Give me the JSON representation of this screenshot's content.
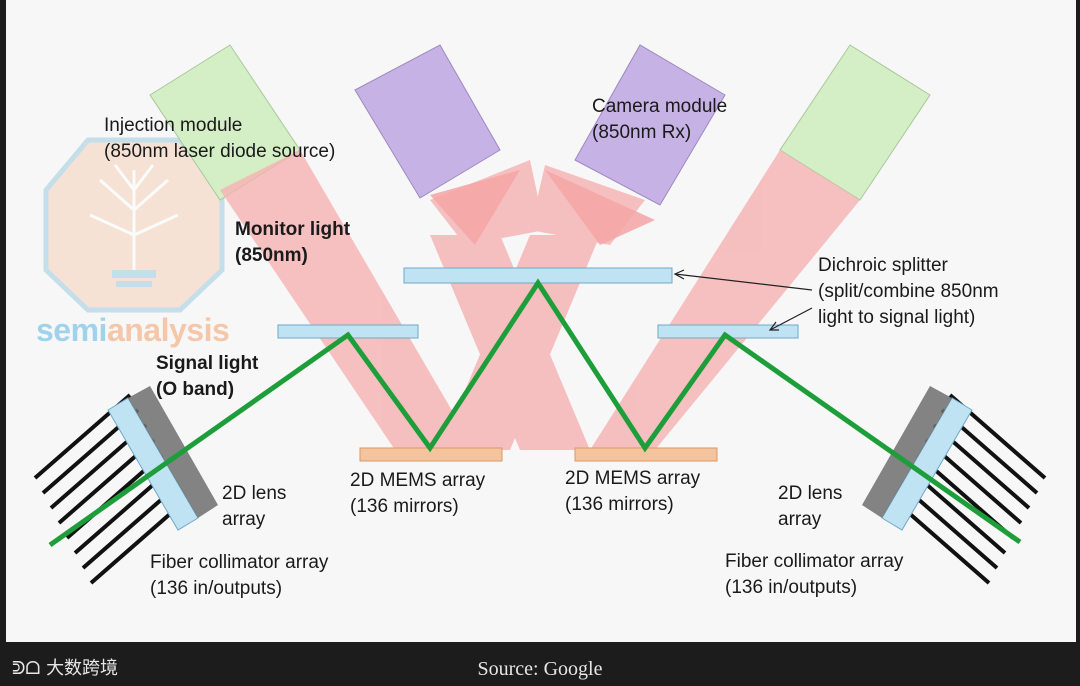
{
  "watermark": {
    "word_part1": "semi",
    "word_part2": "analysis",
    "color1": "#7cc4e6",
    "color2": "#f3b48a"
  },
  "components": {
    "injection_module": {
      "line1": "Injection module",
      "line2": "(850nm laser diode source)"
    },
    "camera_module": {
      "line1": "Camera module",
      "line2": "(850nm Rx)"
    },
    "monitor_light": {
      "line1": "Monitor light",
      "line2": "(850nm)"
    },
    "signal_light": {
      "line1": "Signal light",
      "line2": "(O band)"
    },
    "dichroic_splitter": {
      "line1": "Dichroic splitter",
      "line2": "(split/combine 850nm",
      "line3": "light to signal light)"
    },
    "mems_left": {
      "line1": "2D MEMS array",
      "line2": "(136 mirrors)"
    },
    "mems_right": {
      "line1": "2D MEMS array",
      "line2": "(136 mirrors)"
    },
    "lens_left": {
      "line1": "2D lens",
      "line2": "array"
    },
    "lens_right": {
      "line1": "2D lens",
      "line2": "array"
    },
    "fiber_left": {
      "line1": "Fiber collimator array",
      "line2": "(136 in/outputs)"
    },
    "fiber_right": {
      "line1": "Fiber collimator array",
      "line2": "(136 in/outputs)"
    }
  },
  "colors": {
    "module_green": "#d4eec6",
    "module_purple": "#c6b2e4",
    "beam_red": "#f6b2b2",
    "signal_green": "#1e9e3a",
    "splitter_blue": "#bfe3f3",
    "mems_orange": "#f6c49c"
  },
  "footer": {
    "source": "Source: Google",
    "logo_text": "大数跨境"
  }
}
